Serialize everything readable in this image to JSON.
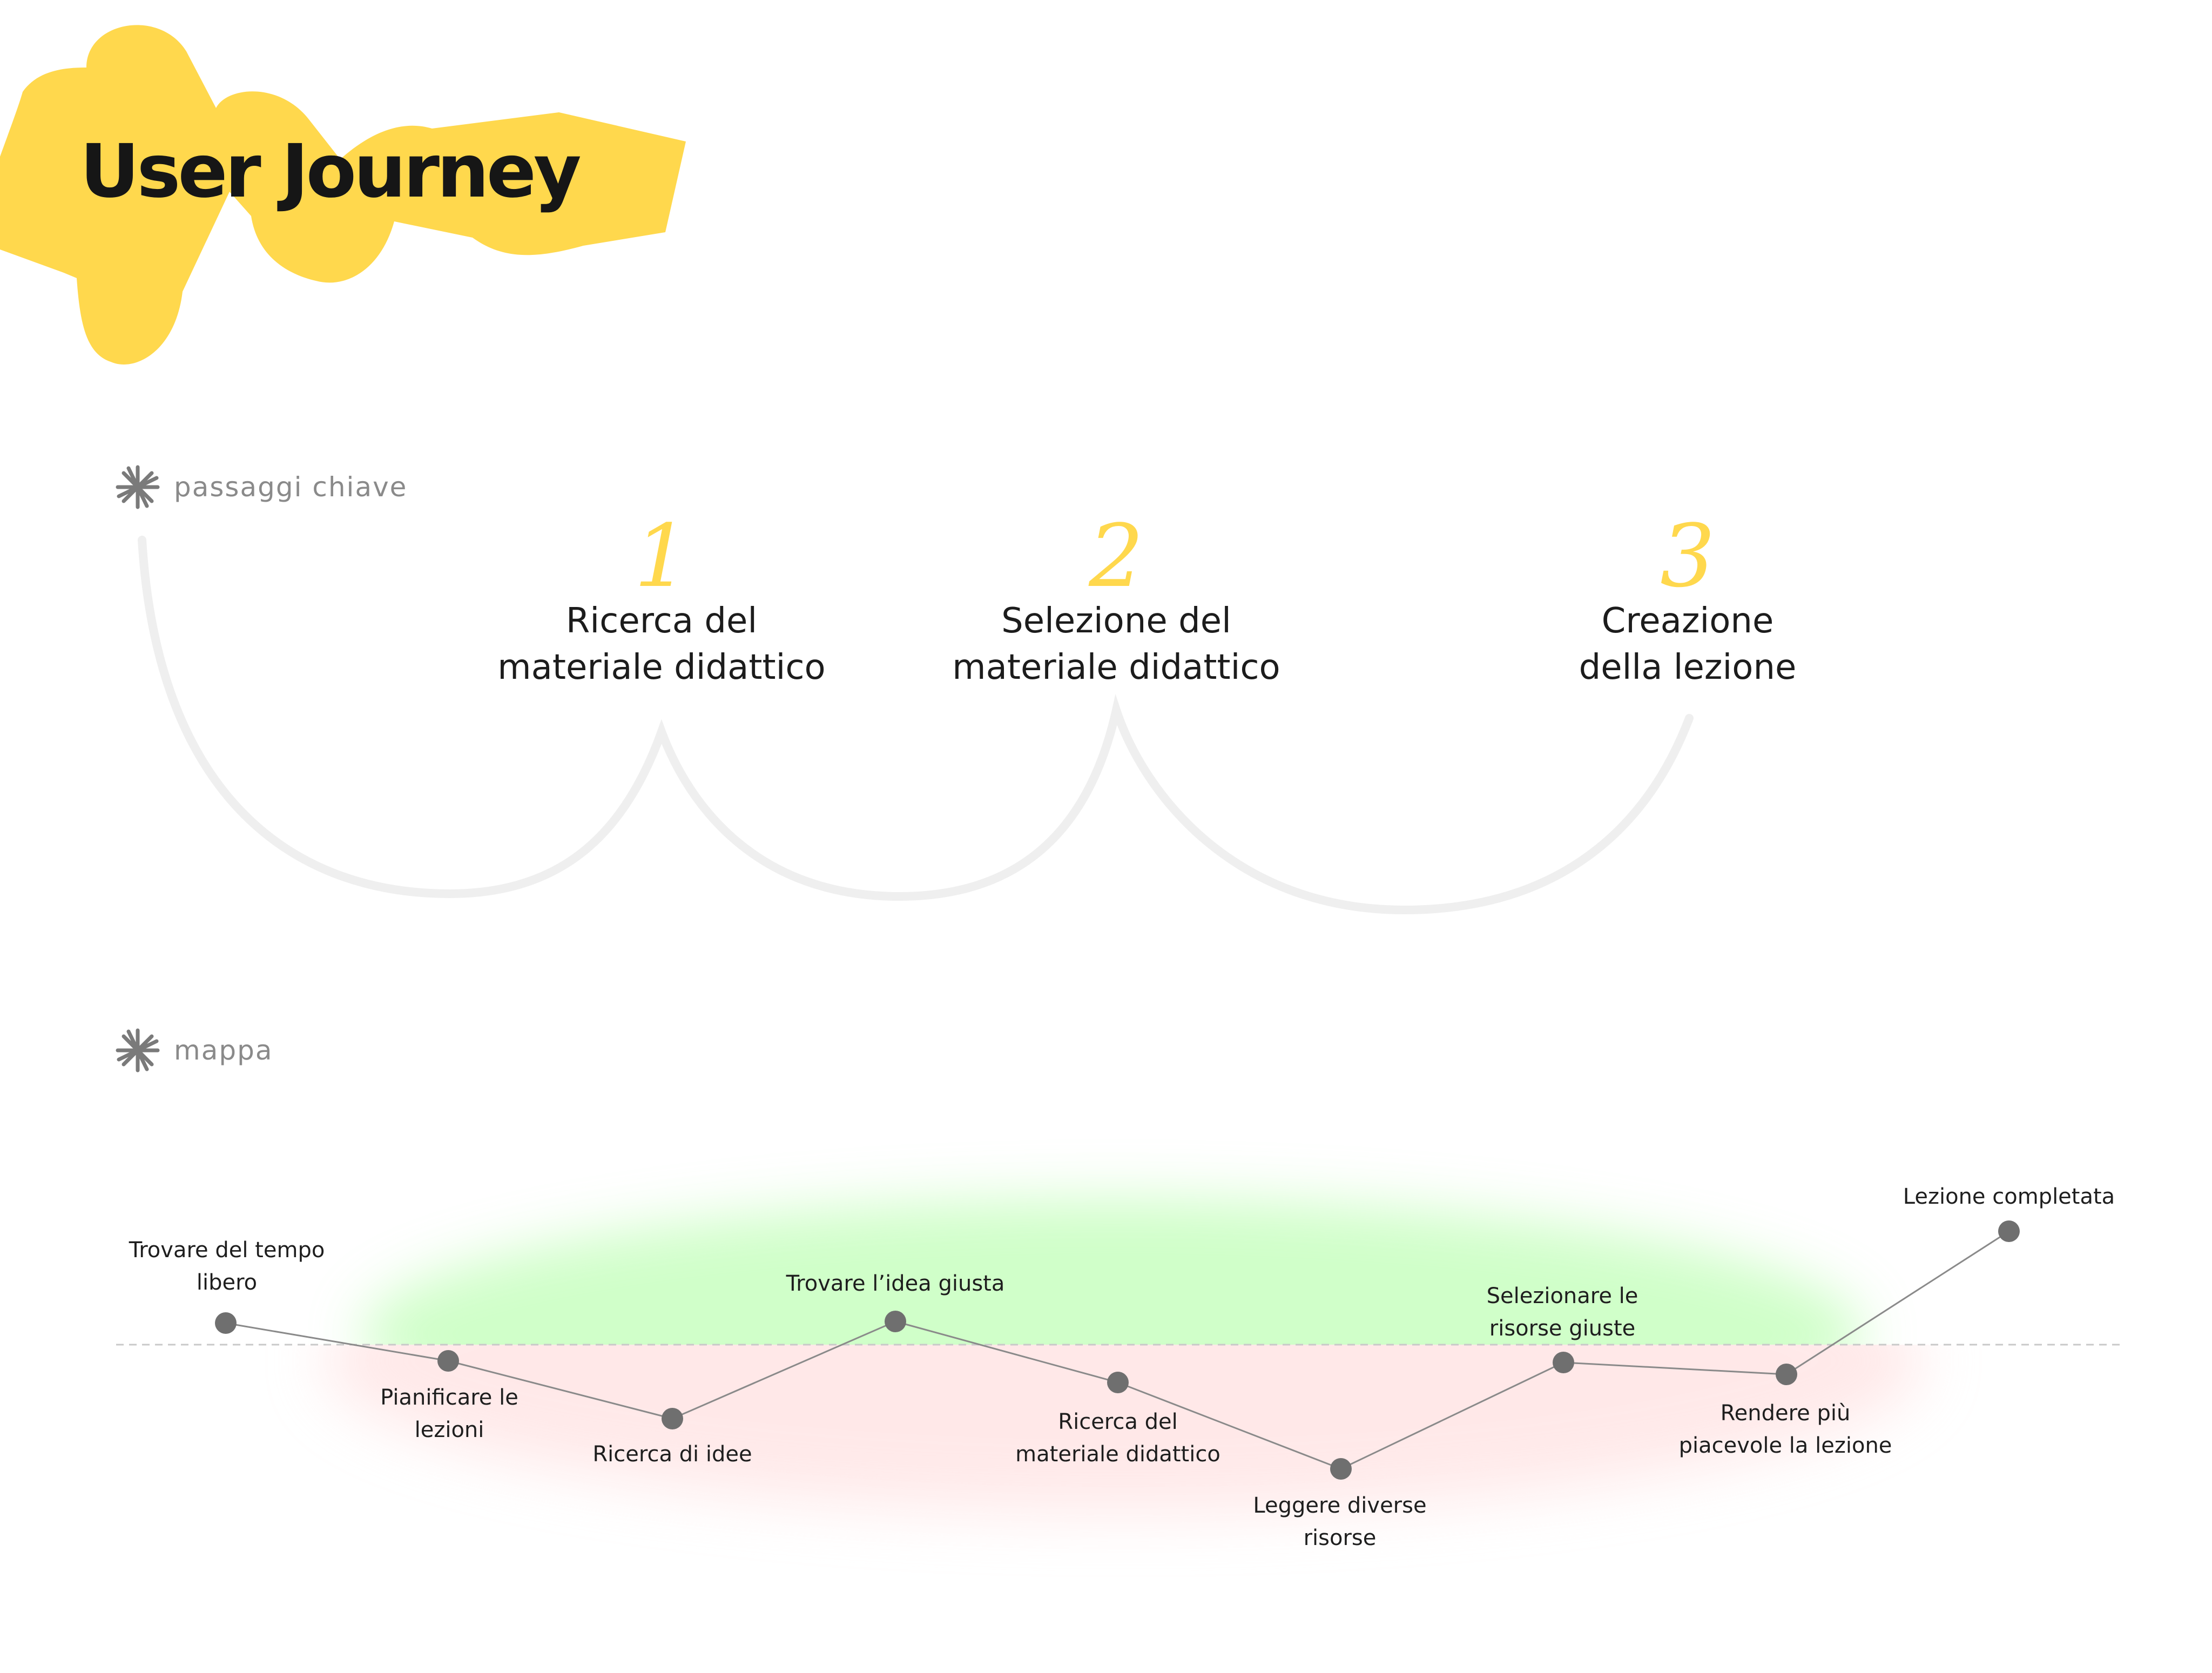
{
  "title": "User Journey",
  "sections": {
    "key_steps_label": "passaggi chiave",
    "map_label": "mappa"
  },
  "steps": [
    {
      "number": "1",
      "title_lines": [
        "Ricerca del",
        "materiale didattico"
      ]
    },
    {
      "number": "2",
      "title_lines": [
        "Selezione del",
        "materiale didattico"
      ]
    },
    {
      "number": "3",
      "title_lines": [
        "Creazione",
        "della lezione"
      ]
    }
  ],
  "journey": [
    {
      "label_lines": [
        "Trovare del tempo",
        "libero"
      ]
    },
    {
      "label_lines": [
        "Pianificare le",
        "lezioni"
      ]
    },
    {
      "label_lines": [
        "Ricerca di idee"
      ]
    },
    {
      "label_lines": [
        "Trovare l’idea giusta"
      ]
    },
    {
      "label_lines": [
        "Ricerca del",
        "materiale didattico"
      ]
    },
    {
      "label_lines": [
        "Leggere diverse",
        "risorse"
      ]
    },
    {
      "label_lines": [
        "Selezionare le",
        "risorse giuste"
      ]
    },
    {
      "label_lines": [
        "Rendere più",
        "piacevole la lezione"
      ]
    },
    {
      "label_lines": [
        "Lezione completata"
      ]
    }
  ],
  "colors": {
    "accent_yellow": "#FFD84D",
    "text_dark": "#161616",
    "label_gray": "#8a8a8a",
    "arc_gray": "#efefef",
    "node_gray": "#6f6f6f",
    "positive_zone": "#c8ffc0",
    "negative_zone": "#ffdada"
  }
}
